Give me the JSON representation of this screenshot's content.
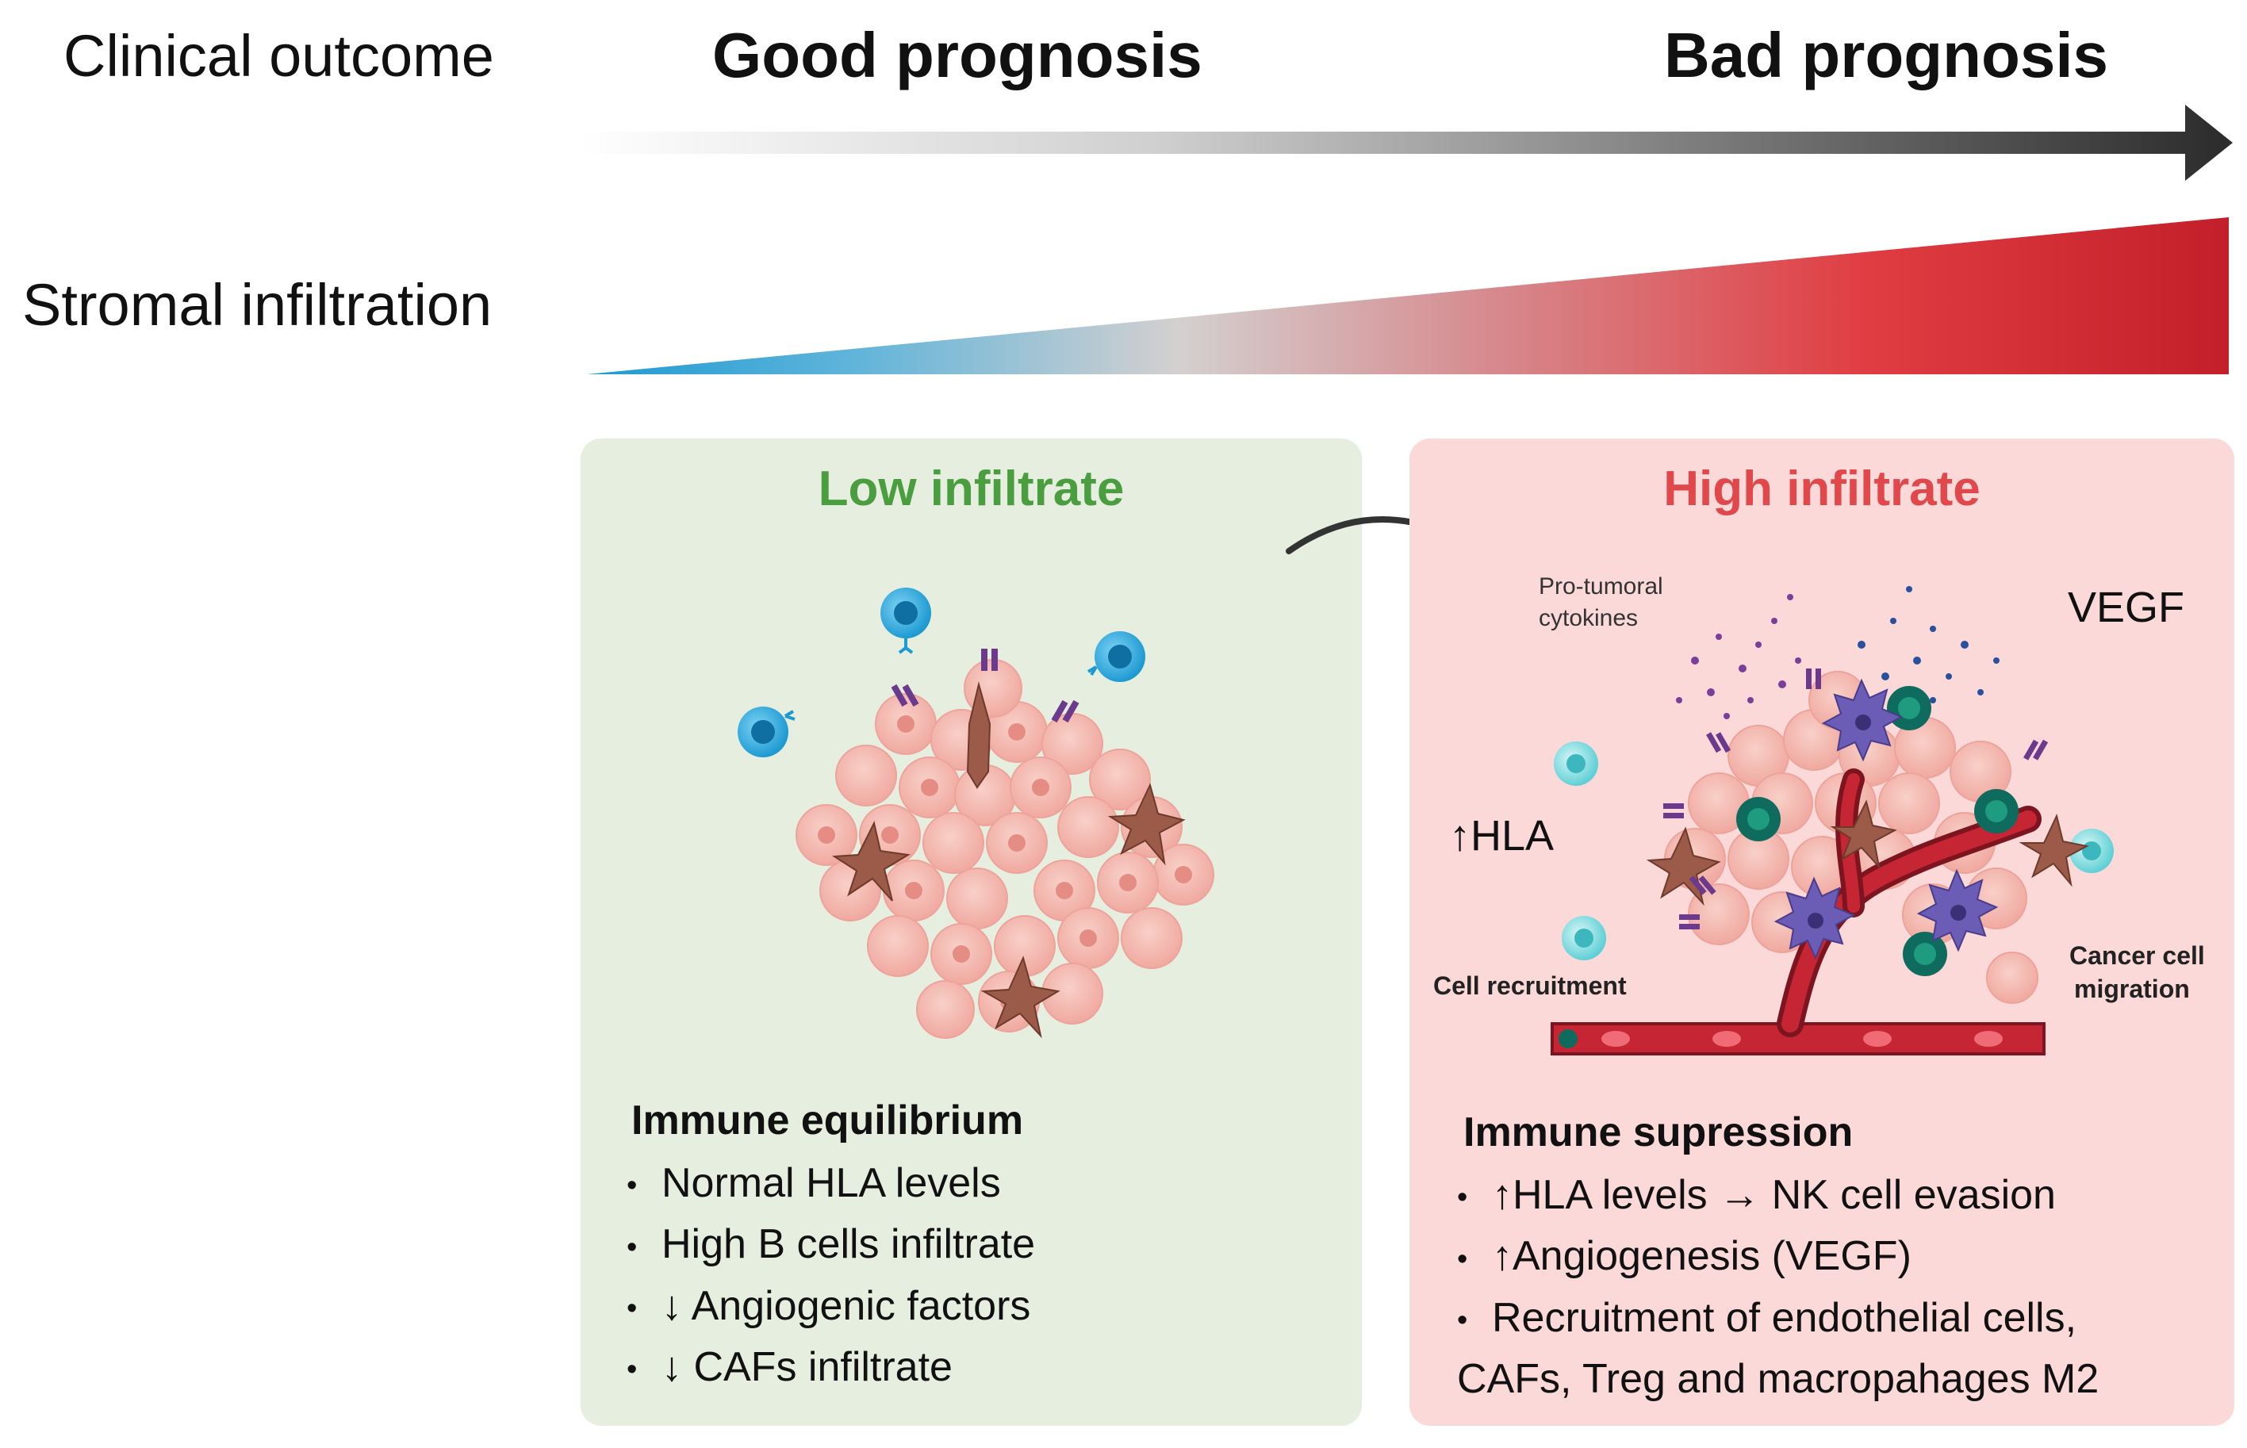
{
  "rows": {
    "clinical_outcome_label": "Clinical outcome",
    "stromal_infiltration_label": "Stromal infiltration"
  },
  "prognosis": {
    "good": "Good prognosis",
    "bad": "Bad prognosis"
  },
  "colors": {
    "low_panel_bg": "#e6eedf",
    "low_title": "#4a9e3f",
    "high_panel_bg": "#fbd9d8",
    "high_title": "#e0484c",
    "wedge_start": "#1e9ad2",
    "wedge_mid": "#d2d2d2",
    "wedge_end": "#c8202a",
    "arrow_dark": "#333333"
  },
  "low_panel": {
    "title": "Low infiltrate",
    "section_title": "Immune equilibrium",
    "bullets": [
      "Normal HLA levels",
      "High B cells infiltrate",
      "↓ Angiogenic factors",
      "↓  CAFs infiltrate"
    ]
  },
  "high_panel": {
    "title": "High infiltrate",
    "labels": {
      "pro_tumoral_line1": "Pro-tumoral",
      "pro_tumoral_line2": "cytokines",
      "vegf": "VEGF",
      "hla": "↑HLA",
      "cell_recruitment": "Cell recruitment",
      "cancer_cell_line1": "Cancer cell",
      "cancer_cell_line2": "migration"
    },
    "section_title": "Immune supression",
    "bullets": [
      "↑HLA levels → NK cell evasion",
      "↑Angiogenesis (VEGF)",
      "Recruitment of endothelial cells,"
    ],
    "bullet_continuation": "CAFs, Treg and macropahages M2"
  }
}
